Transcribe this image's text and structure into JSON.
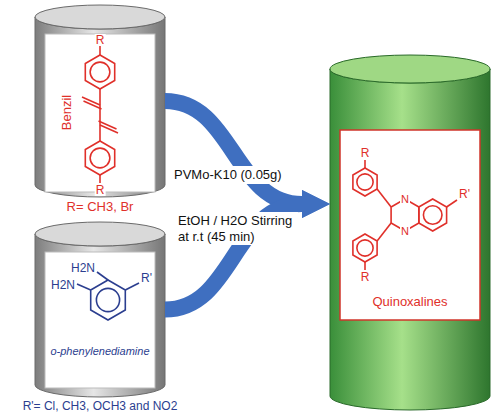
{
  "diagram": {
    "nodes": [
      {
        "text": [
          "Benzil",
          "R= CH3, Br"
        ]
      },
      {
        "text": [
          "o-phenylenediamine",
          "R'= Cl, CH3, OCH3 and NO2"
        ]
      },
      {
        "text": [
          "Quinoxalines"
        ]
      }
    ],
    "edges": [
      {
        "from": 0,
        "to": 2,
        "arrow": "to",
        "label": "PVMo-K10 (0.05g)"
      },
      {
        "from": 1,
        "to": 2,
        "arrow": "to",
        "label": "EtOH / H2O Stirring at r.t (45 min)"
      }
    ],
    "labels": [
      "R",
      "R",
      "H2N",
      "H2N",
      "R'",
      "R",
      "R",
      "N",
      "N",
      "R'"
    ]
  }
}
